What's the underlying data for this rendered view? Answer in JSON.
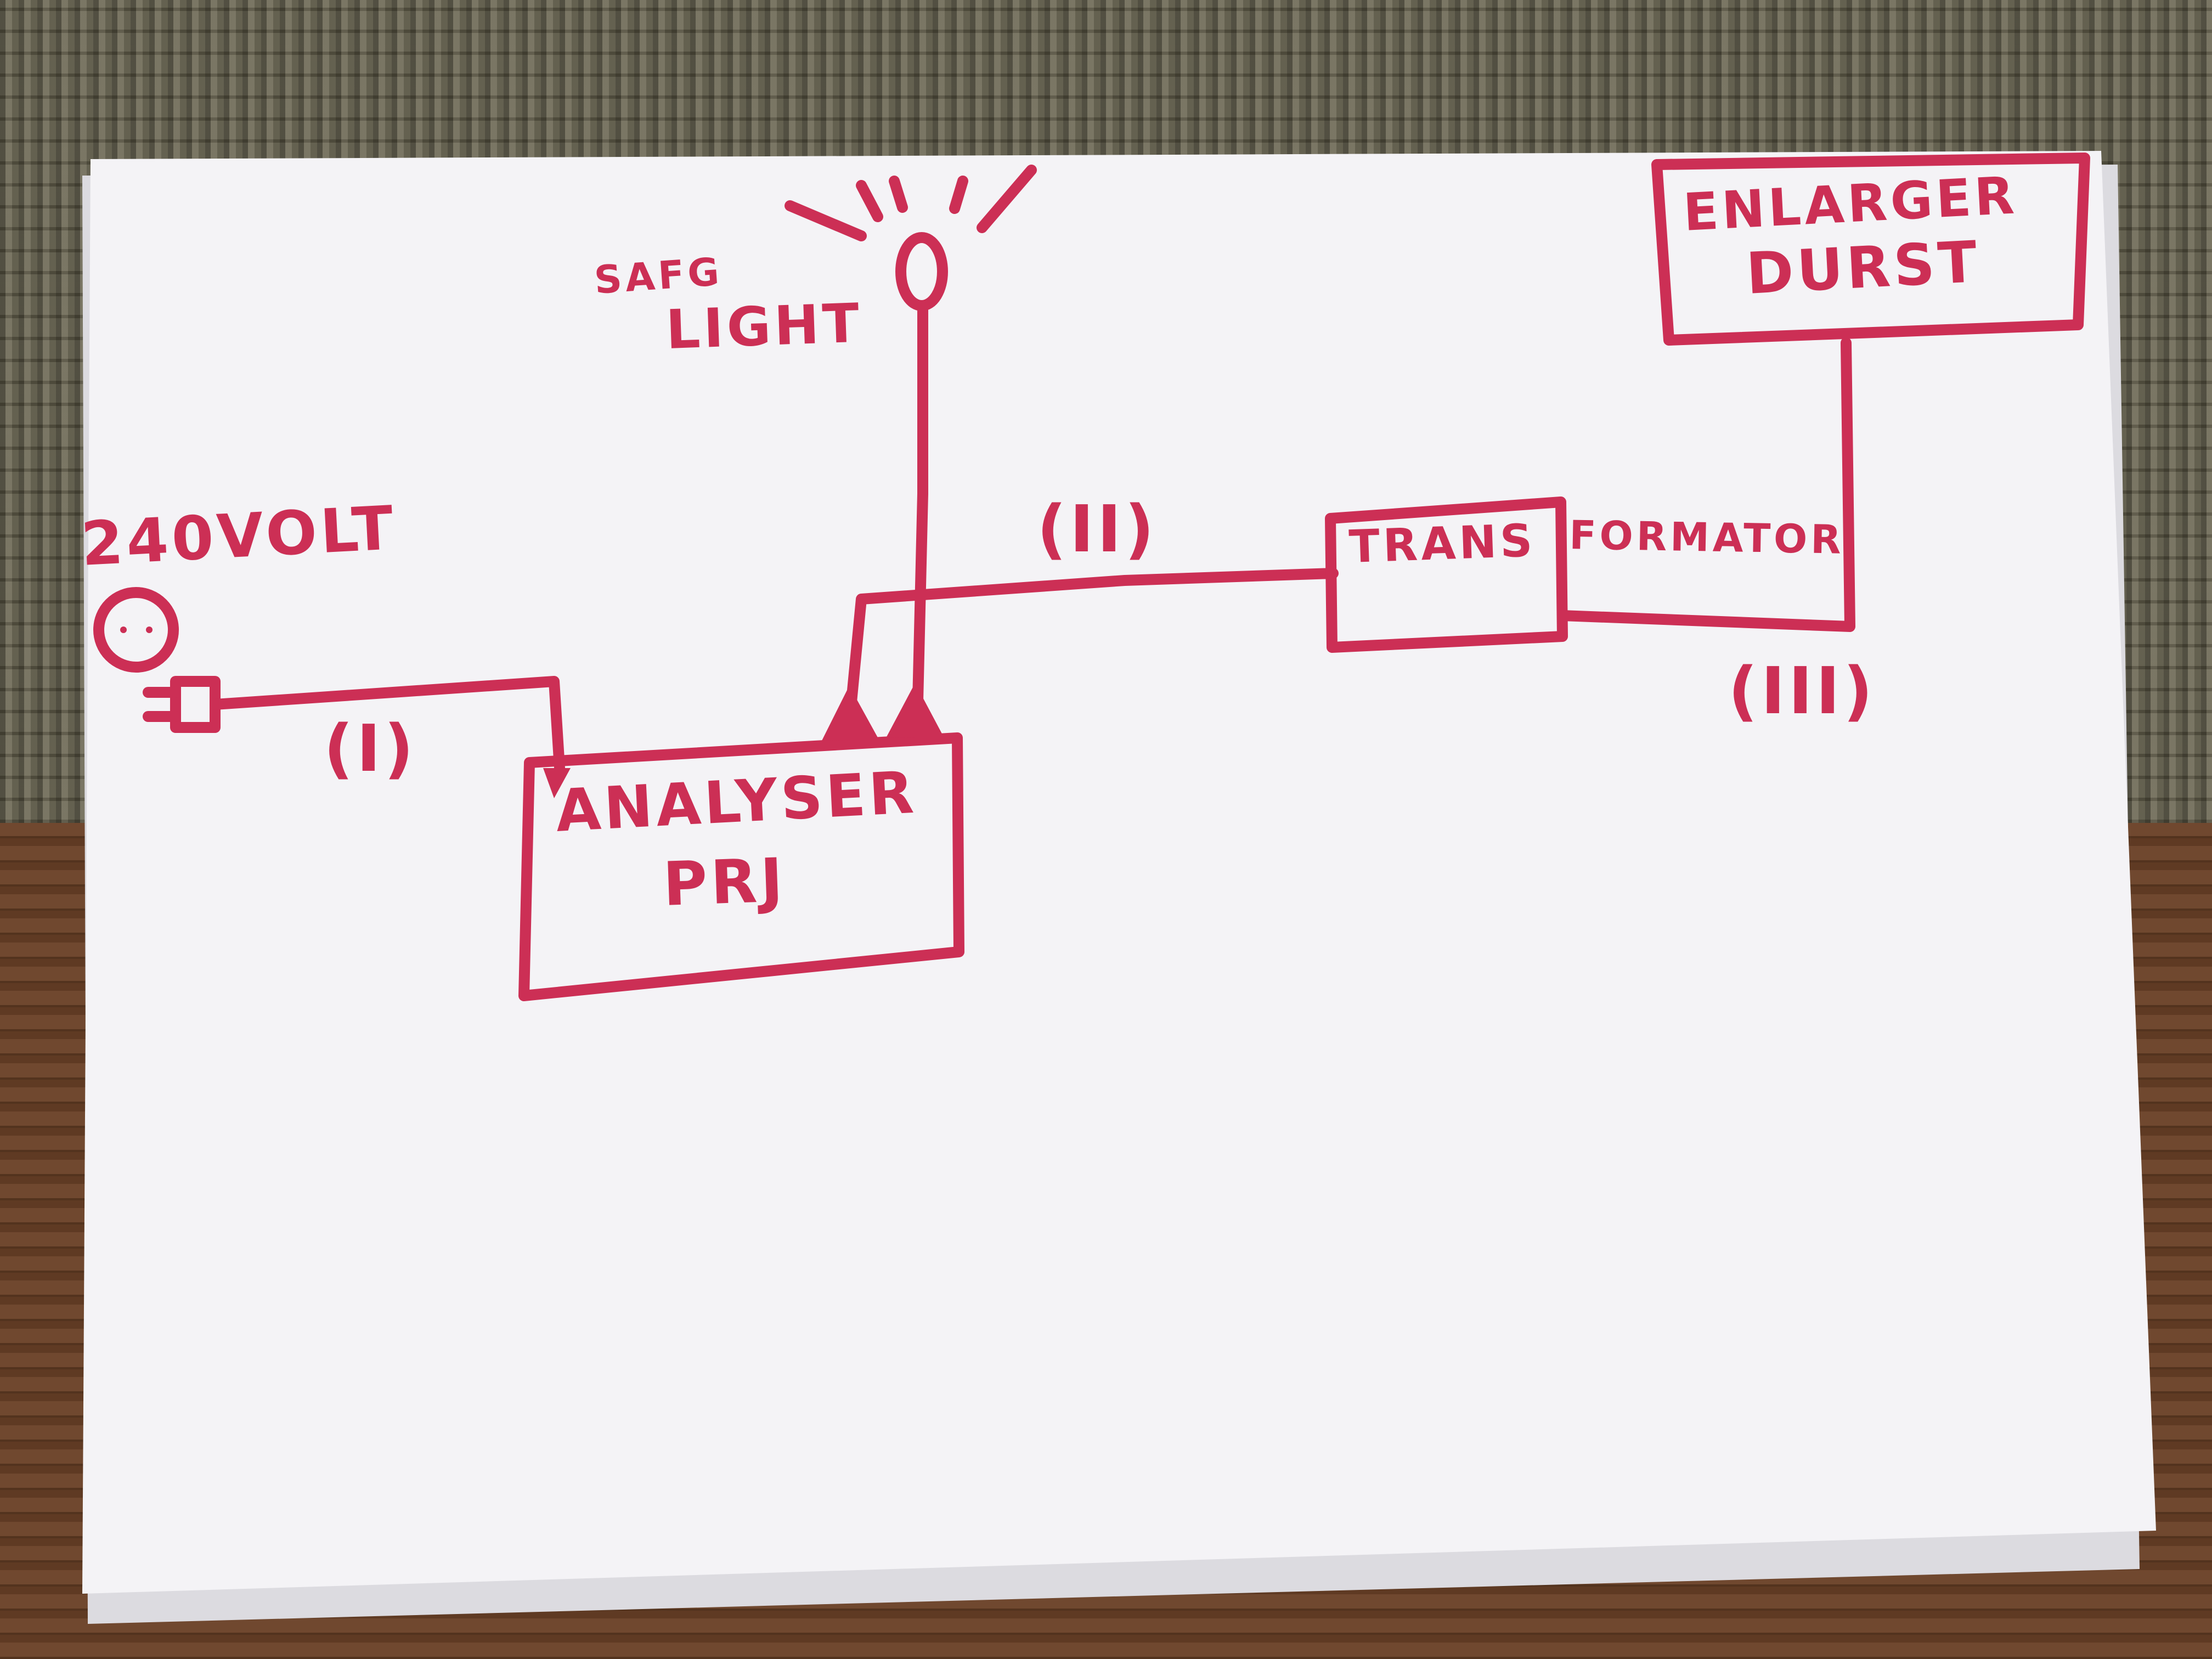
{
  "diagram": {
    "source_label": "240VOLT",
    "safe_light_label_line1": "SAFG",
    "safe_light_label_line2": "LIGHT",
    "analyser_label_line1": "ANALYSER",
    "analyser_label_line2": "PRJ",
    "transformer_label_part1": "TRANS",
    "transformer_label_part2": "FORMATOR",
    "enlarger_label_line1": "ENLARGER",
    "enlarger_label_line2": "DURST",
    "cable_1_label": "(I)",
    "cable_2_label": "(II)",
    "cable_3_label": "(III)"
  },
  "colors": {
    "ink": "#cc2f55",
    "paper": "#f4f3f6"
  }
}
